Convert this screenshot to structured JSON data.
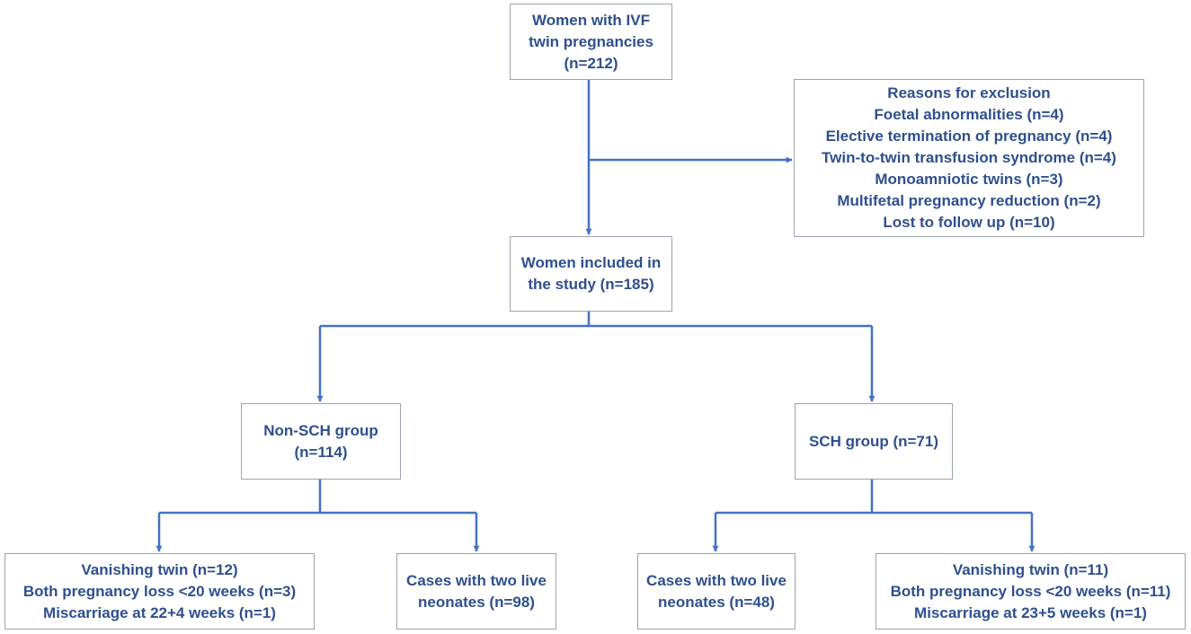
{
  "colors": {
    "line": "#4472c4",
    "text": "#2f4f8f",
    "border": "#9aa4b0"
  },
  "boxes": {
    "start": {
      "lines": [
        "Women with IVF",
        "twin pregnancies",
        "(n=212)"
      ]
    },
    "exclusion": {
      "lines": [
        "Reasons for exclusion",
        "Foetal abnormalities (n=4)",
        "Elective termination of pregnancy (n=4)",
        "Twin-to-twin transfusion syndrome (n=4)",
        "Monoamniotic twins (n=3)",
        "Multifetal pregnancy reduction (n=2)",
        "Lost to follow up (n=10)"
      ]
    },
    "included": {
      "lines": [
        "Women included in",
        "the study (n=185)"
      ]
    },
    "non_sch": {
      "lines": [
        "Non-SCH group",
        "(n=114)"
      ]
    },
    "sch": {
      "lines": [
        "SCH group (n=71)"
      ]
    },
    "non_sch_loss": {
      "lines": [
        "Vanishing twin (n=12)",
        "Both pregnancy loss <20 weeks (n=3)",
        "Miscarriage at 22+4 weeks (n=1)"
      ]
    },
    "non_sch_live": {
      "lines": [
        "Cases with two live",
        "neonates (n=98)"
      ]
    },
    "sch_live": {
      "lines": [
        "Cases with two live",
        "neonates (n=48)"
      ]
    },
    "sch_loss": {
      "lines": [
        "Vanishing twin (n=11)",
        "Both pregnancy loss <20 weeks (n=11)",
        "Miscarriage at 23+5 weeks (n=1)"
      ]
    }
  }
}
